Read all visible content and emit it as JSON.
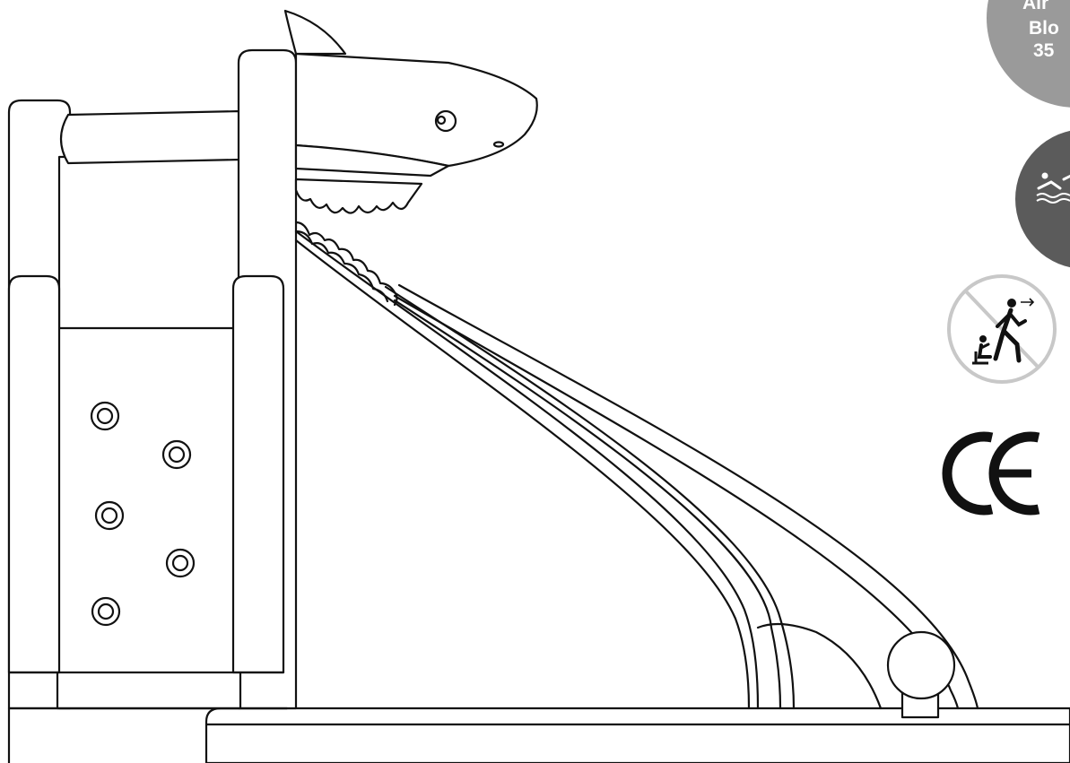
{
  "badges": {
    "air_blower_lines": [
      "Air",
      "Blo",
      "35"
    ],
    "colors": {
      "blower_badge": "#9a9a9a",
      "swim_badge": "#5b5b5b",
      "no_unattended_ring": "#c8c8c8",
      "line": "#111111"
    },
    "icons": [
      "air-blower-badge",
      "swimming-warning-icon",
      "no-unattended-children-icon",
      "ce-mark-icon"
    ]
  }
}
